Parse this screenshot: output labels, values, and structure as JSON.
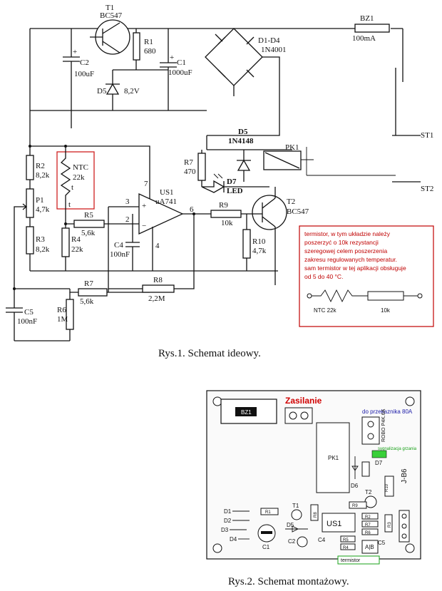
{
  "schematic": {
    "components": {
      "t1": {
        "name": "T1",
        "value": "BC547"
      },
      "r1": {
        "name": "R1",
        "value": "680"
      },
      "c2": {
        "name": "C2",
        "value": "100uF"
      },
      "c1": {
        "name": "C1",
        "value": "1000uF"
      },
      "d5_zener": {
        "name": "D5",
        "value": "8,2V"
      },
      "bridge": {
        "name": "D1-D4",
        "value": "1N4001"
      },
      "bz1": {
        "name": "BZ1",
        "value": "100mA"
      },
      "d5_diode": {
        "name": "D5",
        "value": "1N4148"
      },
      "pk1": {
        "name": "PK1"
      },
      "st1": {
        "name": "ST1"
      },
      "st2": {
        "name": "ST2"
      },
      "r7": {
        "name": "R7",
        "value": "470"
      },
      "d7": {
        "name": "D7",
        "value": "LED"
      },
      "t2": {
        "name": "T2",
        "value": "BC547"
      },
      "r2": {
        "name": "R2",
        "value": "8,2k"
      },
      "ntc": {
        "name": "NTC",
        "value": "22k",
        "symbol": "t"
      },
      "p1": {
        "name": "P1",
        "value": "4,7k"
      },
      "r3": {
        "name": "R3",
        "value": "8,2k"
      },
      "r5": {
        "name": "R5",
        "value": "5,6k"
      },
      "r4": {
        "name": "R4",
        "value": "22k"
      },
      "us1": {
        "name": "US1",
        "value": "uA741"
      },
      "c4": {
        "name": "C4",
        "value": "100nF"
      },
      "r9": {
        "name": "R9",
        "value": "10k"
      },
      "r10": {
        "name": "R10",
        "value": "4,7k"
      },
      "r7b": {
        "name": "R7",
        "value": "5,6k"
      },
      "r6": {
        "name": "R6",
        "value": "1M"
      },
      "r8": {
        "name": "R8",
        "value": "2,2M"
      },
      "c5": {
        "name": "C5",
        "value": "100nF"
      }
    },
    "pins": {
      "p2": "2",
      "p3": "3",
      "p4": "4",
      "p6": "6",
      "p7": "7"
    },
    "note": {
      "lines": [
        "termistor, w tym układzie należy",
        "poszerzyć o 10k rezystancji",
        "szeregowej celem poszerzenia",
        "zakresu regulowanych temperatur.",
        "sam termistor w tej aplikacji obsługuje",
        "od 5 do 40 °C."
      ],
      "ntc_label": "NTC 22k",
      "res_label": "10k"
    },
    "caption": "Rys.1. Schemat ideowy."
  },
  "assembly": {
    "title": "Zasilanie",
    "relay_label": "do przekaznika 80A",
    "signal_label": "sygnalizacja grzania",
    "thermistor_label": "termistor",
    "side_label": "J-B6",
    "connector_label": "ROBO P4K.6A",
    "parts": [
      "BZ1",
      "PK1",
      "D7",
      "D6",
      "T2",
      "R10",
      "R9",
      "R8",
      "R2",
      "R7",
      "R6",
      "R3",
      "US1",
      "D1",
      "D2",
      "D3",
      "D4",
      "R1",
      "T1",
      "D5",
      "C1",
      "C2",
      "C4",
      "R5",
      "R4",
      "C5"
    ],
    "caption": "Rys.2. Schemat montażowy."
  }
}
